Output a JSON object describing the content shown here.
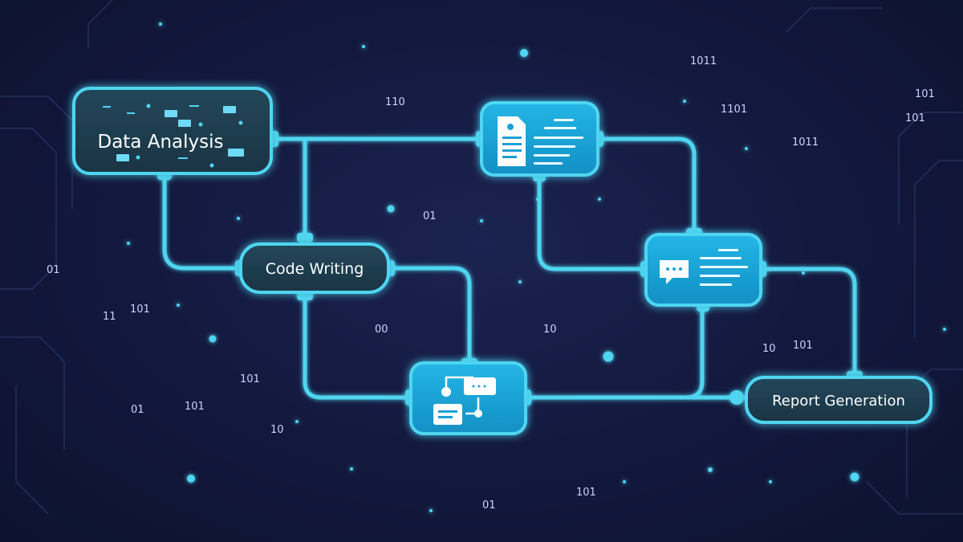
{
  "nodes": {
    "data_analysis": "Data Analysis",
    "code_writing": "Code Writing",
    "report_generation": "Report Generation"
  },
  "binary_digits": [
    "1011",
    "110",
    "1101",
    "101",
    "101",
    "1011",
    "01",
    "101",
    "11",
    "00",
    "10",
    "10",
    "101",
    "101",
    "01",
    "101",
    "10",
    "101",
    "01",
    "01"
  ],
  "colors": {
    "background": "#141a40",
    "connector": "#4fd5f0",
    "node_dark": "#1e3a4c",
    "node_light": "#1aa0d6",
    "glow": "#3fe0ff",
    "text": "#ffffff"
  },
  "icons": [
    "document-icon",
    "chat-lines-icon",
    "flowchart-icon"
  ]
}
